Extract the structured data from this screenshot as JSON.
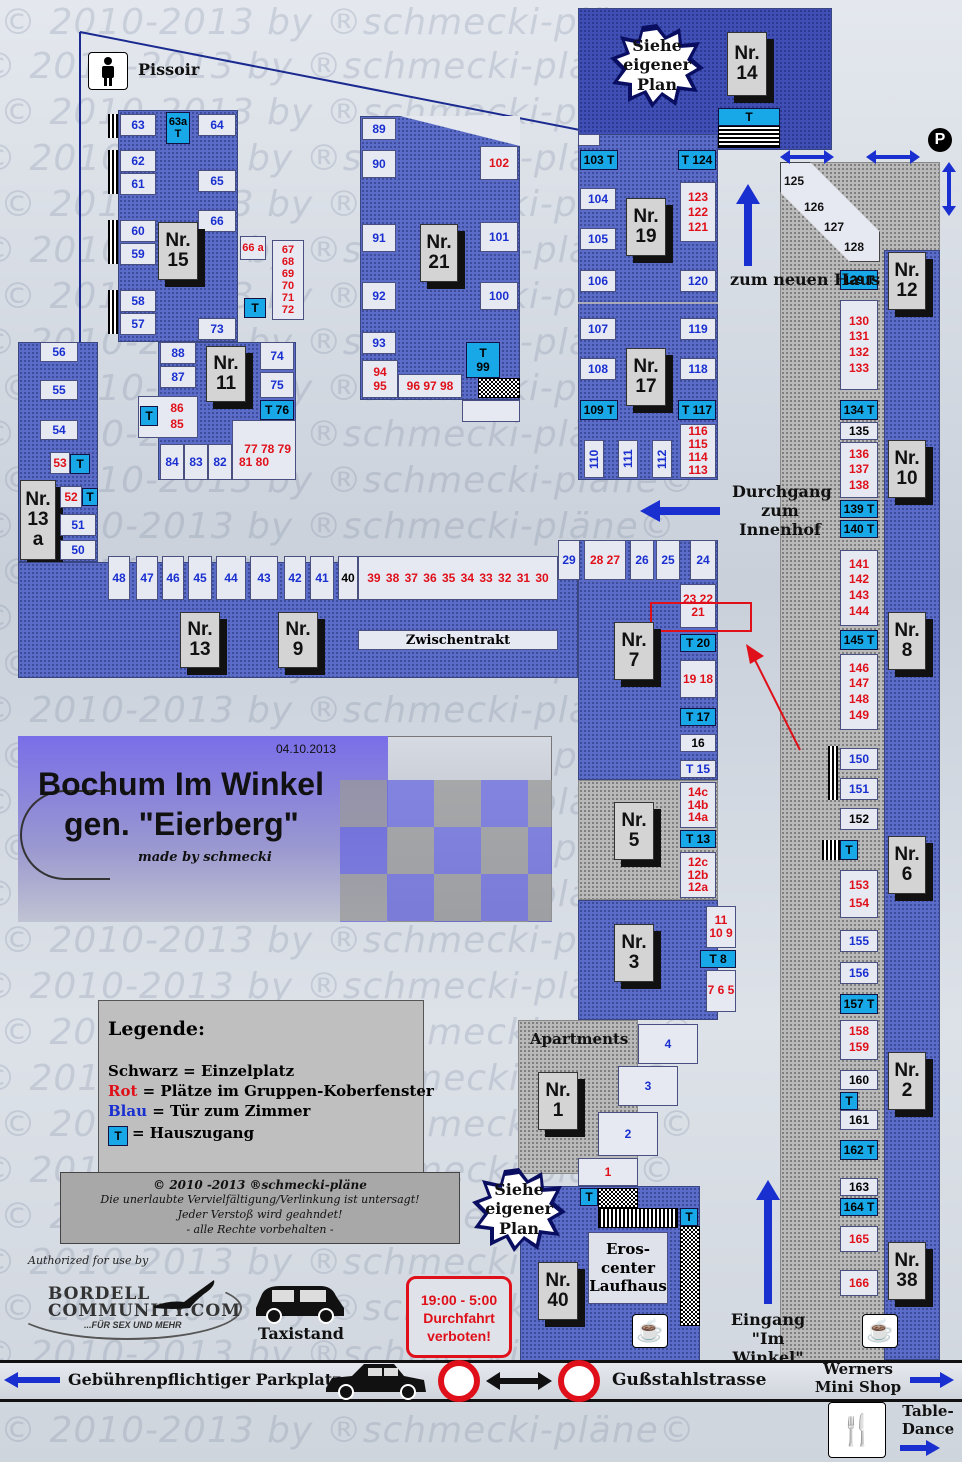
{
  "watermark": "© 2010-2013 by ®schmecki-pläne©",
  "title": {
    "line1": "Bochum Im Winkel",
    "line2": "gen. \"Eierberg\"",
    "date": "04.10.2013",
    "made_by": "made by schmecki"
  },
  "labels": {
    "pissoir": "Pissoir",
    "zum_neuen_haus": "zum neuen Haus",
    "durchgang": "Durchgang zum Innenhof",
    "zwischentrakt": "Zwischentrakt",
    "apartments": "Apartments",
    "siehe_plan": "Siehe eigener Plan",
    "eroscenter": "Eros-center Laufhaus",
    "taxistand": "Taxistand",
    "eingang": "Eingang \"Im Winkel\"",
    "werners": "Werners Mini Shop",
    "tabledance": "Table-Dance",
    "parkplatz": "Gebührenpflichtiger Parkplatz",
    "gussstahl": "Gußstahlstrasse",
    "durchfahrt": "19:00 - 5:00 Durchfahrt verboten!",
    "authorized": "Authorized for use by",
    "bordell": "BORDELL COMMUNITY.COM",
    "bordell_sub": "...FÜR SEX UND MEHR",
    "parking": "P"
  },
  "legend": {
    "title": "Legende:",
    "schwarz_key": "Schwarz",
    "schwarz_val": "= Einzelplatz",
    "rot_key": "Rot",
    "rot_val": "= Plätze im Gruppen-Koberfenster",
    "blau_key": "Blau",
    "blau_val": "= Tür zum Zimmer",
    "t_key": "T",
    "t_val": "= Hauszugang"
  },
  "copyright": {
    "line1": "© 2010 -2013 ®schmecki-pläne",
    "line2": "Die unerlaubte Vervielfältigung/Verlinkung ist untersagt!",
    "line3": "Jeder Verstoß wird geahndet!",
    "line4": "- alle Rechte vorbehalten -"
  },
  "houses": {
    "n14": "Nr. 14",
    "n15": "Nr. 15",
    "n21": "Nr. 21",
    "n19": "Nr. 19",
    "n11": "Nr. 11",
    "n17": "Nr. 17",
    "n12": "Nr. 12",
    "n10": "Nr. 10",
    "n13a": "Nr. 13 a",
    "n13": "Nr. 13",
    "n9": "Nr. 9",
    "n7": "Nr. 7",
    "n8": "Nr. 8",
    "n5": "Nr. 5",
    "n6": "Nr. 6",
    "n3": "Nr. 3",
    "n1": "Nr. 1",
    "n2": "Nr. 2",
    "n40": "Nr. 40",
    "n38": "Nr. 38"
  },
  "rooms": {
    "r63": "63",
    "r63a": "63a",
    "r64": "64",
    "r62": "62",
    "r61": "61",
    "r65": "65",
    "r66": "66",
    "r60": "60",
    "r59": "59",
    "r58": "58",
    "r57": "57",
    "r66a": "66 a",
    "r6772": "67 68 69 70 71 72",
    "r73": "73",
    "r89": "89",
    "r90": "90",
    "r102": "102",
    "r91": "91",
    "r101": "101",
    "r92": "92",
    "r100": "100",
    "r93": "93",
    "r99": "99",
    "r9495": "94 95",
    "r969798": "96 97 98",
    "r103": "103",
    "r124": "124",
    "r104": "104",
    "r123": "123 122 121",
    "r105": "105",
    "r120": "120",
    "r106": "106",
    "r107": "107",
    "r119": "119",
    "r108": "108",
    "r118": "118",
    "r109": "109",
    "r117": "117",
    "r116": "116 115 114 113",
    "r110": "110",
    "r111": "111",
    "r112": "112",
    "r125": "125",
    "r126": "126",
    "r127": "127",
    "r128": "128",
    "r129": "129",
    "r130": "130 131 132 133",
    "r134": "134",
    "r135": "135",
    "r136": "136 137 138",
    "r139": "139",
    "r140": "140",
    "r141": "141 142 143 144",
    "r145": "145",
    "r146": "146 147 148 149",
    "r150": "150",
    "r151": "151",
    "r152": "152",
    "r153": "153 154",
    "r155": "155",
    "r156": "156",
    "r157": "157",
    "r158": "158 159",
    "r160": "160",
    "r161": "161",
    "r162": "162",
    "r163": "163",
    "r164": "164",
    "r165": "165",
    "r166": "166",
    "r56": "56",
    "r55": "55",
    "r54": "54",
    "r53": "53",
    "r52": "52",
    "r51": "51",
    "r50": "50",
    "r88": "88",
    "r87": "87",
    "r74": "74",
    "r75": "75",
    "r76": "76",
    "r8685": "86 85",
    "r777879": "77 78 79",
    "r84": "84",
    "r83": "83",
    "r82": "82",
    "r8180": "81 80",
    "r48": "48",
    "r47": "47",
    "r46": "46",
    "r45": "45",
    "r44": "44",
    "r43": "43",
    "r42": "42",
    "r41": "41",
    "r40": "40",
    "r3930": "39 38 37 36 35 34 33 32 31 30",
    "r29": "29",
    "r2827": "28 27",
    "r26": "26",
    "r25": "25",
    "r24": "24",
    "r232221": "23 22 21",
    "r20": "20",
    "r1918": "19 18",
    "r17": "17",
    "r16": "16",
    "r15": "15",
    "r14": "14c 14b 14a",
    "r13": "13",
    "r12": "12c 12b 12a",
    "r11109": "11 10 9",
    "r8": "8",
    "r765": "7 6 5",
    "a4": "4",
    "a3": "3",
    "a2": "2",
    "a1": "1",
    "t": "T"
  },
  "colors": {
    "block": "#5a6cc8",
    "blue_text": "#1a2fd0",
    "red_text": "#e0101a",
    "t_box": "#18a8e8"
  }
}
